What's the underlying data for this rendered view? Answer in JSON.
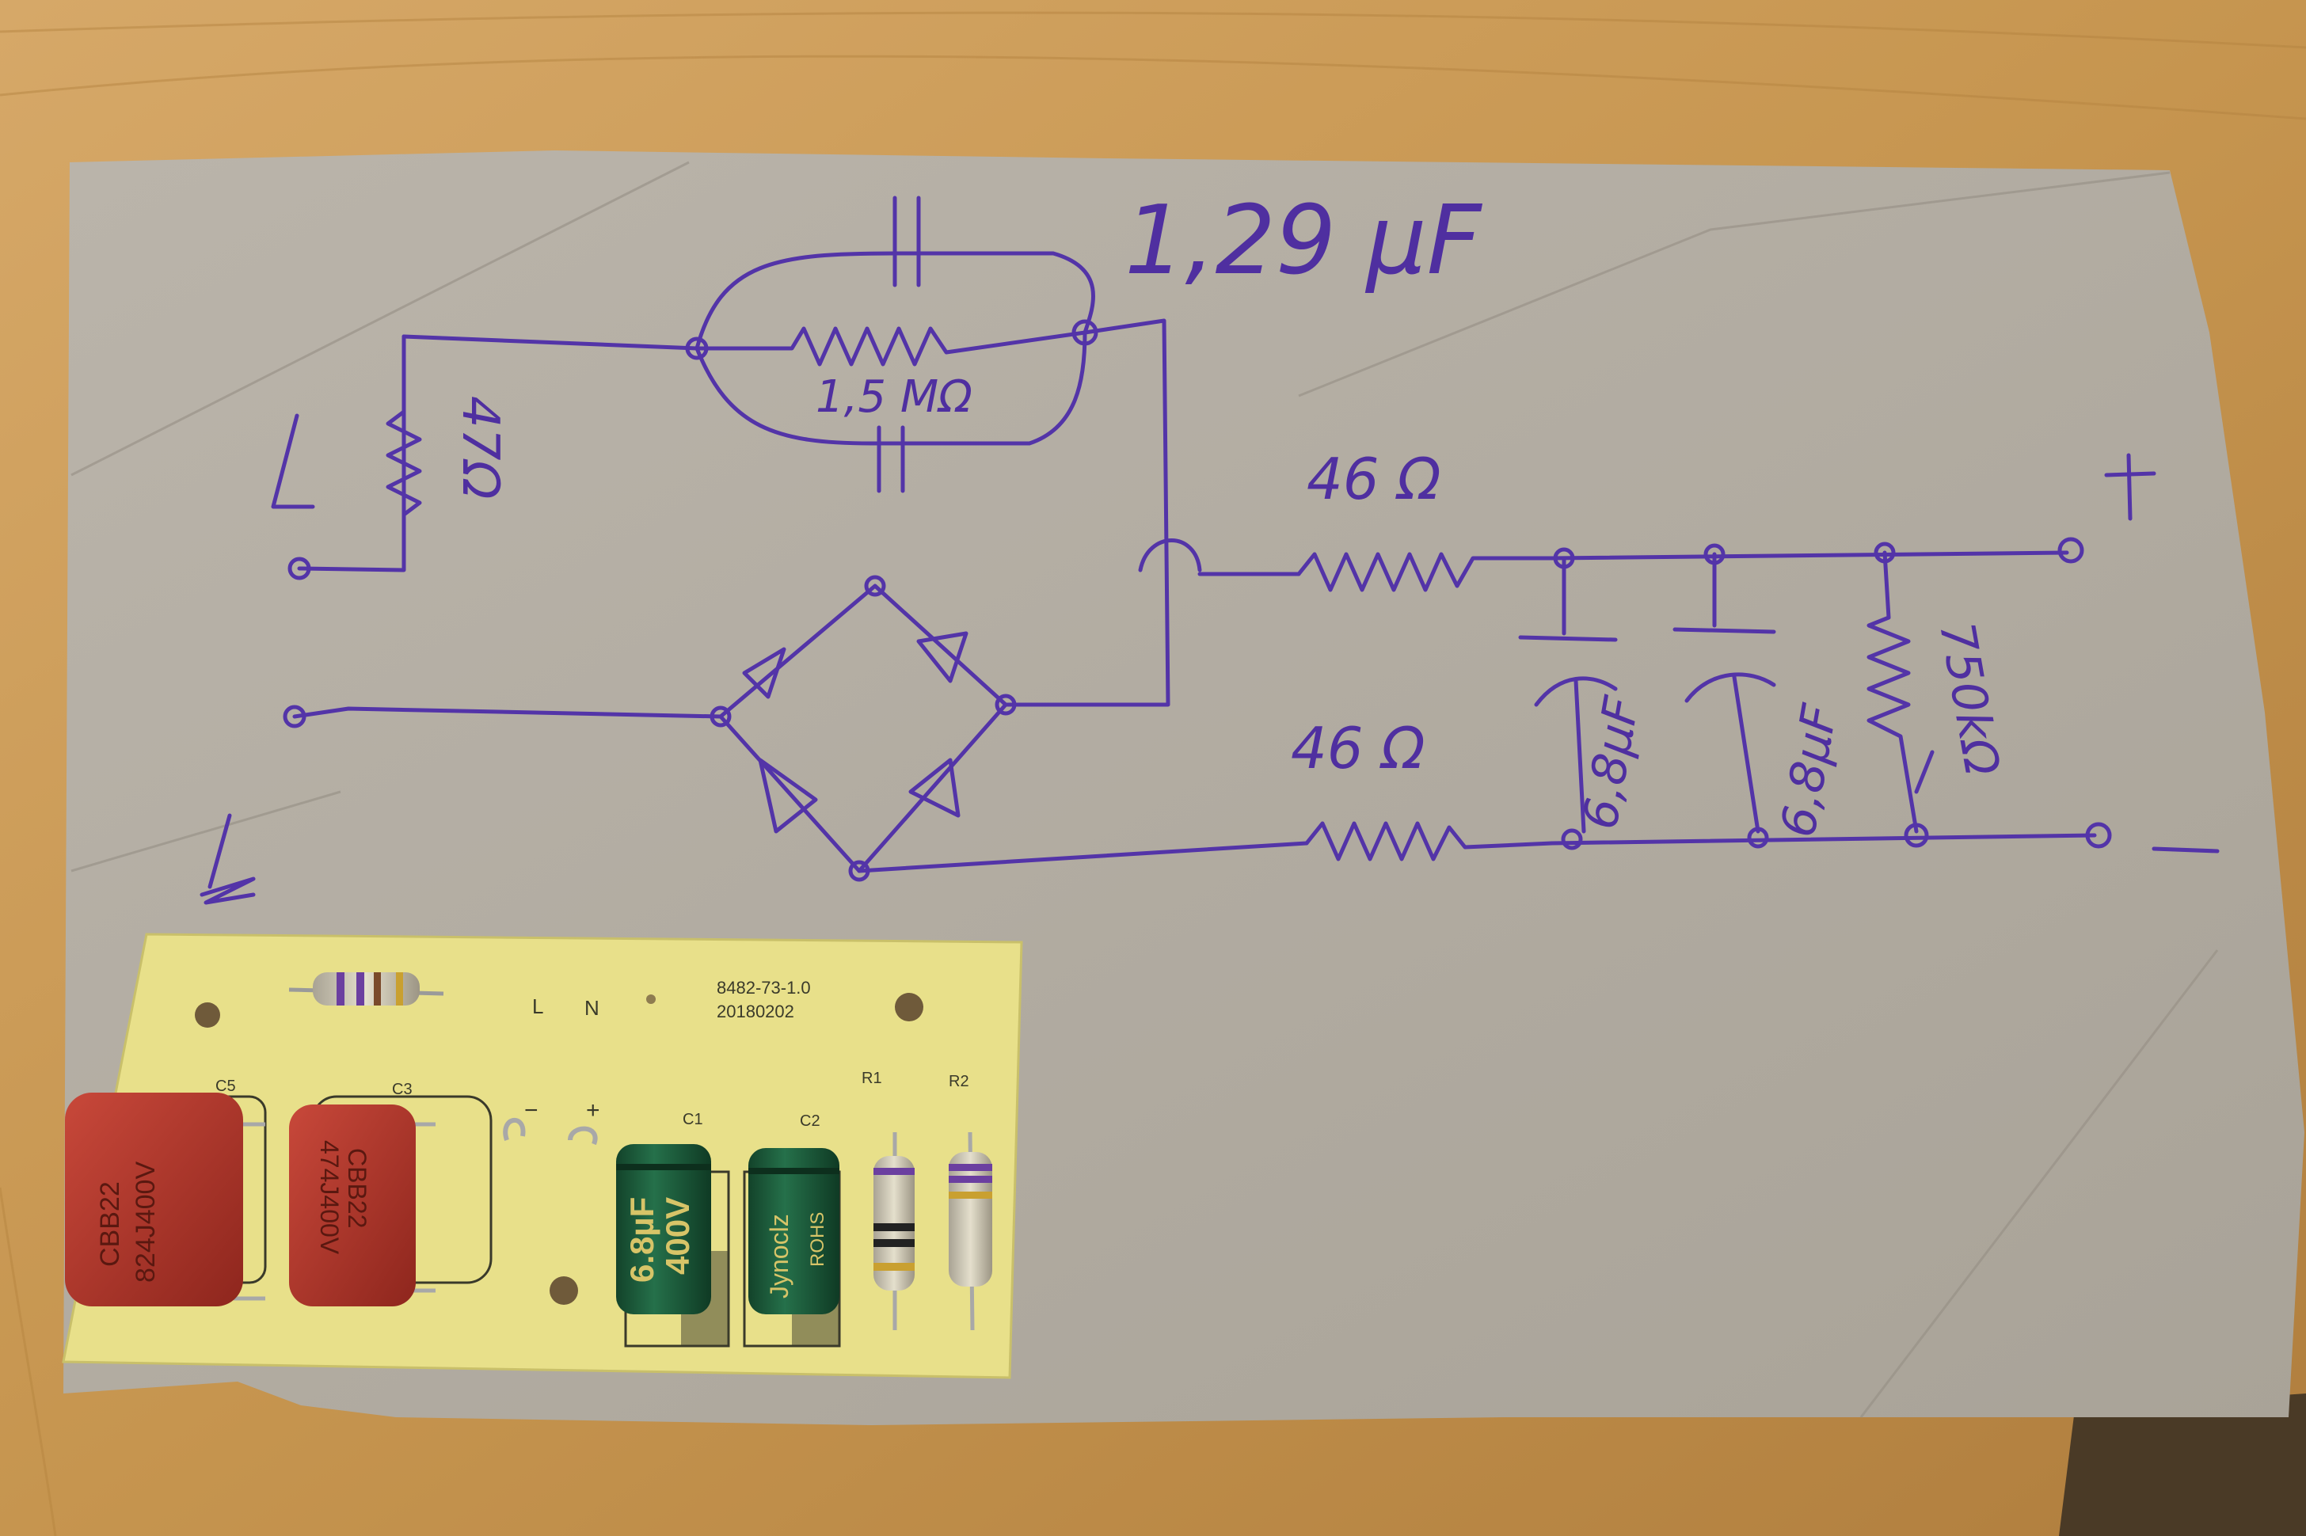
{
  "scene": {
    "description_free": true,
    "colors": {
      "table": "#c99a5c",
      "table_dark": "#a97a40",
      "cardboard": "#b2aca2",
      "ink": "#5334a8",
      "pcb": "#e8e08a",
      "film_cap": "#b5382c",
      "electrolytic": "#1d5a3a",
      "resistor_body": "#c9c4b0"
    }
  },
  "schematic": {
    "top_capacitance": "1,29 µF",
    "parallel_resistor": "1,5 MΩ",
    "series_resistor_left": "47Ω",
    "resistor_pos": "46 Ω",
    "resistor_neg": "46 Ω",
    "cap1": "6,8µF",
    "cap2": "6,8µF",
    "bleeder": "750kΩ",
    "terminal_plus": "+",
    "terminal_minus": "−",
    "left_mark_top": "L",
    "left_mark_bottom": "N"
  },
  "pcb": {
    "label_l": "L",
    "label_n": "N",
    "part_no": "8482-73-1.0",
    "date": "20180202",
    "ref_c5": "C5",
    "ref_c3": "C3",
    "ref_c1": "C1",
    "ref_c2": "C2",
    "ref_r1": "R1",
    "ref_r2": "R2",
    "pol_minus": "−",
    "pol_plus": "+",
    "film_cap_text_1": "CBB22",
    "film_cap_text_2": "824J400V",
    "film_cap2_text_2": "474J400V",
    "elcap1_value": "6.8µF",
    "elcap1_voltage": "400V",
    "elcap2_brand": "Jynoclz",
    "elcap2_rohs": "ROHS"
  }
}
